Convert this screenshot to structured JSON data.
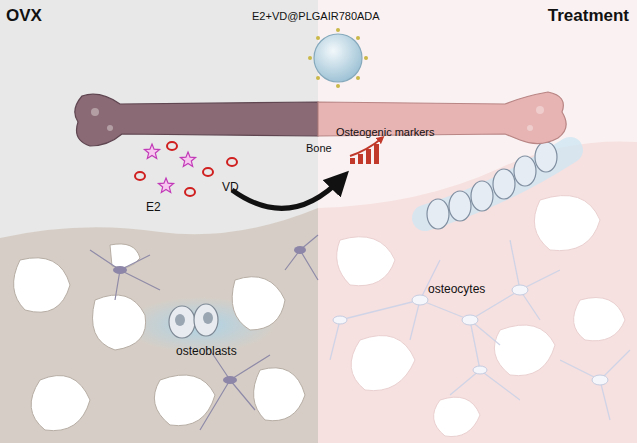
{
  "diagram": {
    "nodes": [
      {
        "text": [
          "OVX"
        ]
      },
      {
        "text": [
          "Treatment"
        ]
      }
    ],
    "labels": [
      "E2+VD@PLGAIR780ADA",
      "Bone",
      "E2",
      "VD",
      "osteoblasts",
      "Osteogenic markers",
      "osteocytes"
    ]
  }
}
